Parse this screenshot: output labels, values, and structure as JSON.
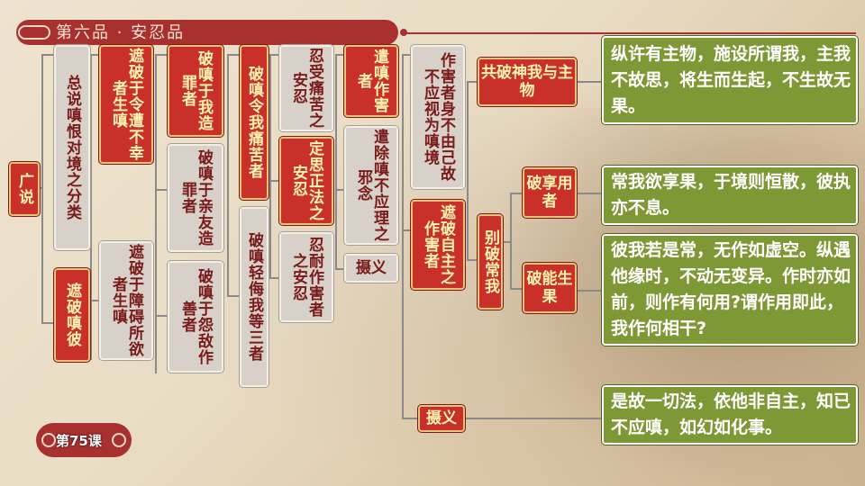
{
  "title": "第六品 · 安忍品",
  "lesson": "第75课",
  "nodes": {
    "guangshuo": "广说",
    "zongshuo": "总说嗔恨对境之分类",
    "zhepochen": "遮破嗔彼",
    "zhepo_buxing": "遮破于令遭不幸者生嗔",
    "zhepo_zhangai": "遮破于障碍所欲者生嗔",
    "po_wozuizui": "破嗔于我造罪者",
    "po_qinyou": "破嗔于亲友造罪者",
    "po_yuandi": "破嗔于怨敌作善者",
    "po_tongku": "破嗔令我痛苦者",
    "po_qingwu": "破嗔轻侮我等三者",
    "rentong": "忍受痛苦之安忍",
    "dingsi": "定思正法之安忍",
    "rennai": "忍耐作害者之安忍",
    "qianchen": "遣嗔作害者",
    "qianchu": "遣除嗔不应理之邪念",
    "sheyi1": "摄义",
    "zuohai": "作害者身不由己故不应视为嗔境",
    "zhepo_zizhu": "遮破自主之作害者",
    "sheyi2": "摄义",
    "gongpo": "共破神我与主物",
    "biepo": "别破常我",
    "po_xiangyong": "破享用者",
    "po_shengguo": "破能生果"
  },
  "verses": {
    "v1": "纵许有主物，施设所谓我，主我不故思，将生而生起，不生故无果。",
    "v2": "常我欲享果，于境则恒散，彼执亦不息。",
    "v3": "彼我若是常，无作如虚空。纵遇他缘时，不动无变异。作时亦如前，则作有何用?谓作用即此，我作何相干?",
    "v4": "是故一切法，依他非自主，知已不应嗔，如幻如化事。"
  }
}
